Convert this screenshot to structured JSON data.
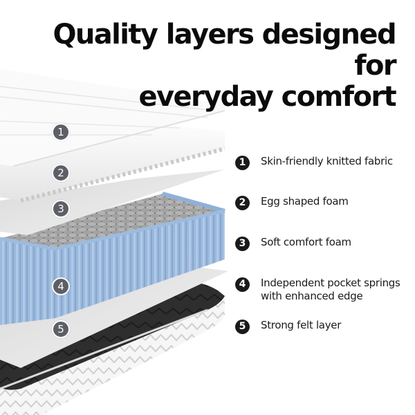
{
  "headline": {
    "line1": "Quality layers designed for",
    "line2": "everyday comfort"
  },
  "layers": [
    {
      "number": "1",
      "label": "Skin-friendly knitted fabric"
    },
    {
      "number": "2",
      "label": "Egg shaped foam"
    },
    {
      "number": "3",
      "label": "Soft comfort foam"
    },
    {
      "number": "4",
      "label": "Independent pocket springs\nwith enhanced edge",
      "label_line1": "Independent pocket springs",
      "label_line2": "with enhanced edge"
    },
    {
      "number": "5",
      "label": "Strong felt layer"
    }
  ],
  "colors": {
    "text": "#1a1a1a",
    "marker_fill": "#5d5f66",
    "spring_blue": "#a9c3e2",
    "spring_top_grey": "#9a9a9a",
    "felt_dark": "#2b2b2b",
    "foam_white": "#f4f4f4"
  }
}
